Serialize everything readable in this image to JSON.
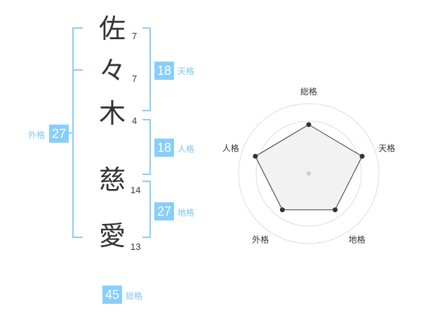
{
  "name": {
    "characters": [
      {
        "char": "佐",
        "strokes": "7"
      },
      {
        "char": "々",
        "strokes": "7"
      },
      {
        "char": "木",
        "strokes": "4"
      },
      {
        "char": "慈",
        "strokes": "14"
      },
      {
        "char": "愛",
        "strokes": "13"
      }
    ]
  },
  "fortunes": {
    "tenkaku": {
      "value": "18",
      "label": "天格"
    },
    "jinkaku": {
      "value": "18",
      "label": "人格"
    },
    "chikaku": {
      "value": "27",
      "label": "地格"
    },
    "gaikaku": {
      "value": "27",
      "label": "外格"
    },
    "soukaku": {
      "value": "45",
      "label": "総格"
    }
  },
  "colors": {
    "accent": "#87cefa",
    "text": "#333333",
    "radar_fill": "#f2f2f2",
    "radar_ring": "#dddddd"
  },
  "chart_data": {
    "type": "radar",
    "axes": [
      "総格",
      "天格",
      "地格",
      "外格",
      "人格"
    ],
    "values": [
      0.7,
      0.8,
      0.64,
      0.64,
      0.8
    ],
    "range": [
      0,
      1
    ],
    "rings": 4
  }
}
